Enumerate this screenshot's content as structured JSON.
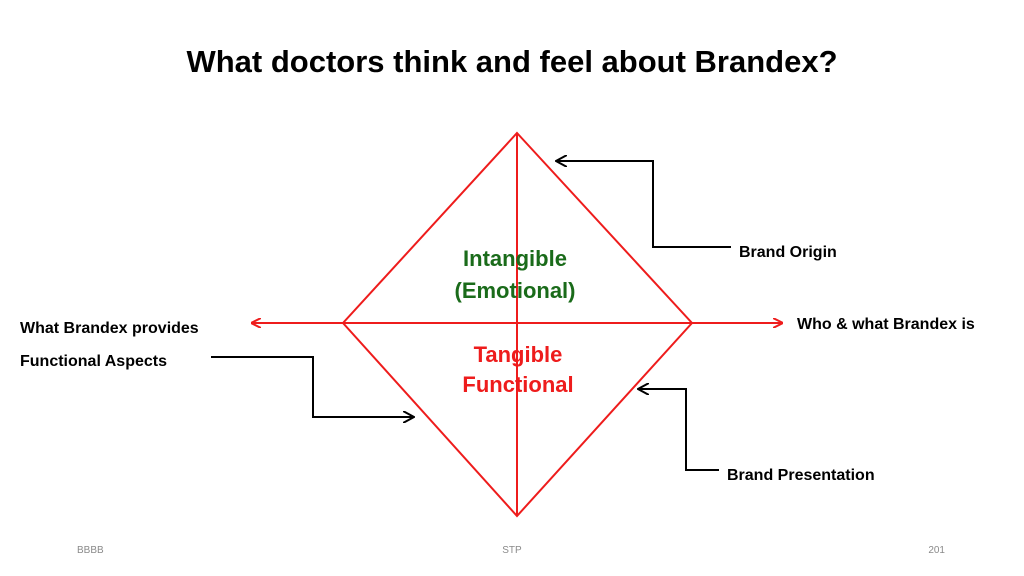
{
  "slide": {
    "title": "What doctors think and feel about Brandex?"
  },
  "diamond": {
    "upper_label_line1": "Intangible",
    "upper_label_line2": "(Emotional)",
    "lower_label_line1": "Tangible",
    "lower_label_line2": "Functional",
    "upper_color": "#1a6b1a",
    "lower_color": "#ee1c1c",
    "line_color": "#ee1c1c"
  },
  "axis": {
    "left_label": "What Brandex provides",
    "right_label": "Who & what Brandex is"
  },
  "callouts": {
    "brand_origin": "Brand Origin",
    "functional_aspects": "Functional Aspects",
    "brand_presentation": "Brand Presentation"
  },
  "footer": {
    "left": "BBBB",
    "center": "STP",
    "right": "201"
  }
}
